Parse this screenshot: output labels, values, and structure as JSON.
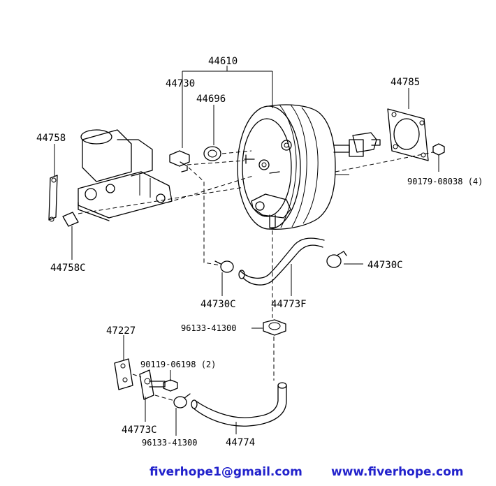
{
  "labels": {
    "p44610": "44610",
    "p44730": "44730",
    "p44696": "44696",
    "p44785": "44785",
    "p44758": "44758",
    "p90179": "90179-08038 (4)",
    "p44758c": "44758C",
    "p44730c_right": "44730C",
    "p44730c_left": "44730C",
    "p44773f": "44773F",
    "p96133_upper": "96133-41300",
    "p47227": "47227",
    "p90119": "90119-06198 (2)",
    "p44773c": "44773C",
    "p96133_lower": "96133-41300",
    "p44774": "44774"
  },
  "footer": {
    "email": "fiverhope1@gmail.com",
    "website": "www.fiverhope.com"
  },
  "colors": {
    "ink": "#000000",
    "footer_text": "#2222cc",
    "background": "#ffffff"
  }
}
